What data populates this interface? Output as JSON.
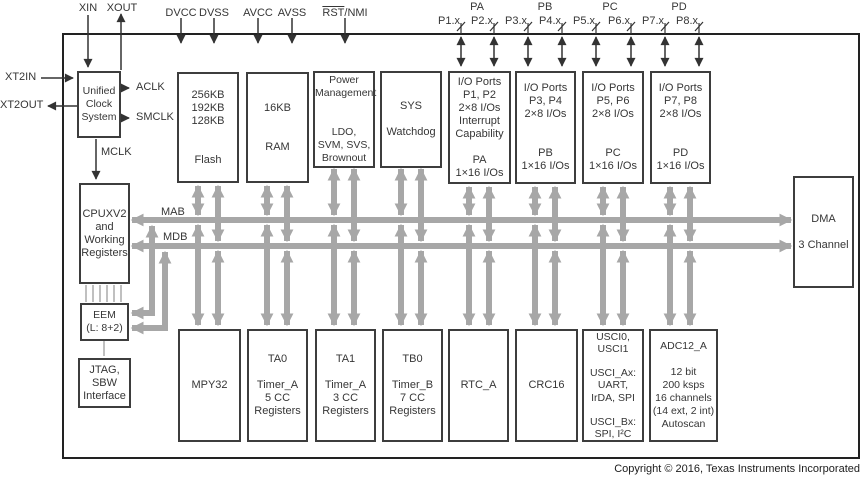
{
  "colors": {
    "bus_gray": "#a7a7a7",
    "line_dark": "#333333",
    "block_border": "#3d3d3d"
  },
  "pins": {
    "xin": "XIN",
    "xout": "XOUT",
    "dvcc": "DVCC",
    "dvss": "DVSS",
    "avcc": "AVCC",
    "avss": "AVSS",
    "rst": "RST",
    "nmi": "/NMI",
    "pa": "PA",
    "pb": "PB",
    "pc": "PC",
    "pd": "PD",
    "p1x": "P1.x",
    "p2x": "P2.x",
    "p3x": "P3.x",
    "p4x": "P4.x",
    "p5x": "P5.x",
    "p6x": "P6.x",
    "p7x": "P7.x",
    "p8x": "P8.x",
    "xt2in": "XT2IN",
    "xt2out": "XT2OUT"
  },
  "clocks": {
    "aclk": "ACLK",
    "smclk": "SMCLK",
    "mclk": "MCLK"
  },
  "buses": {
    "mab": "MAB",
    "mdb": "MDB"
  },
  "blocks": {
    "ucs": "Unified\nClock\nSystem",
    "flash": "256KB\n192KB\n128KB\n\n\nFlash",
    "ram": "16KB\n\n\nRAM",
    "pm": "Power\nManagement\n\n\nLDO,\nSVM, SVS,\nBrownout",
    "sys": "SYS\n\nWatchdog",
    "p12": "I/O Ports\nP1, P2\n2×8 I/Os\nInterrupt\nCapability\n\nPA\n1×16 I/Os",
    "p34": "I/O Ports\nP3, P4\n2×8 I/Os\n\n\nPB\n1×16 I/Os",
    "p56": "I/O Ports\nP5, P6\n2×8 I/Os\n\n\nPC\n1×16 I/Os",
    "p78": "I/O Ports\nP7, P8\n2×8 I/Os\n\n\nPD\n1×16 I/Os",
    "dma": "DMA\n\n3 Channel",
    "cpu": "CPUXV2\nand\nWorking\nRegisters",
    "eem": "EEM\n(L: 8+2)",
    "jtag": "JTAG,\nSBW\nInterface",
    "mpy": "MPY32",
    "ta0": "TA0\n\nTimer_A\n5 CC\nRegisters",
    "ta1": "TA1\n\nTimer_A\n3 CC\nRegisters",
    "tb0": "TB0\n\nTimer_B\n7 CC\nRegisters",
    "rtc": "RTC_A",
    "crc": "CRC16",
    "usci": "USCI0,\nUSCI1\n\nUSCI_Ax:\nUART,\nIrDA, SPI\n\nUSCI_Bx:\nSPI, I²C",
    "adc": "ADC12_A\n\n12 bit\n200 ksps\n16 channels\n(14 ext, 2 int)\nAutoscan"
  },
  "footer": {
    "copyright": "Copyright © 2016, Texas Instruments Incorporated"
  }
}
